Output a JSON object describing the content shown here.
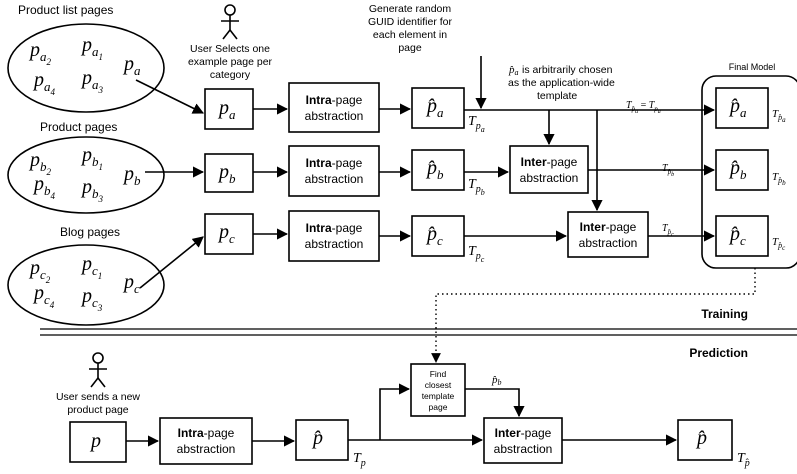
{
  "groups": {
    "product_list": {
      "title": "Product list pages",
      "items": [
        "p_a2",
        "p_a1",
        "p_a4",
        "p_a3",
        "p_a"
      ]
    },
    "product": {
      "title": "Product pages",
      "items": [
        "p_b2",
        "p_b1",
        "p_b4",
        "p_b3",
        "p_b"
      ]
    },
    "blog": {
      "title": "Blog pages",
      "items": [
        "p_c2",
        "p_c1",
        "p_c4",
        "p_c3",
        "p_c"
      ]
    }
  },
  "actors": {
    "training_user": [
      "User Selects one",
      "example page per",
      "category"
    ],
    "prediction_user": [
      "User sends a new",
      "product page"
    ]
  },
  "notes": {
    "guid": [
      "Generate random",
      "GUID identifier for",
      "each element in",
      "page"
    ],
    "chosen_tail": "is arbitrarily chosen",
    "chosen_line2": "as the application-wide",
    "chosen_line3": "template"
  },
  "boxes": {
    "intra_bold": "Intra",
    "intra_rest": "-page",
    "inter_bold": "Inter",
    "inter_rest": "-page",
    "abstraction": "abstraction",
    "find_closest": [
      "Find",
      "closest",
      "template",
      "page"
    ]
  },
  "final_model": "Final Model",
  "sections": {
    "training": "Training",
    "prediction": "Prediction"
  }
}
